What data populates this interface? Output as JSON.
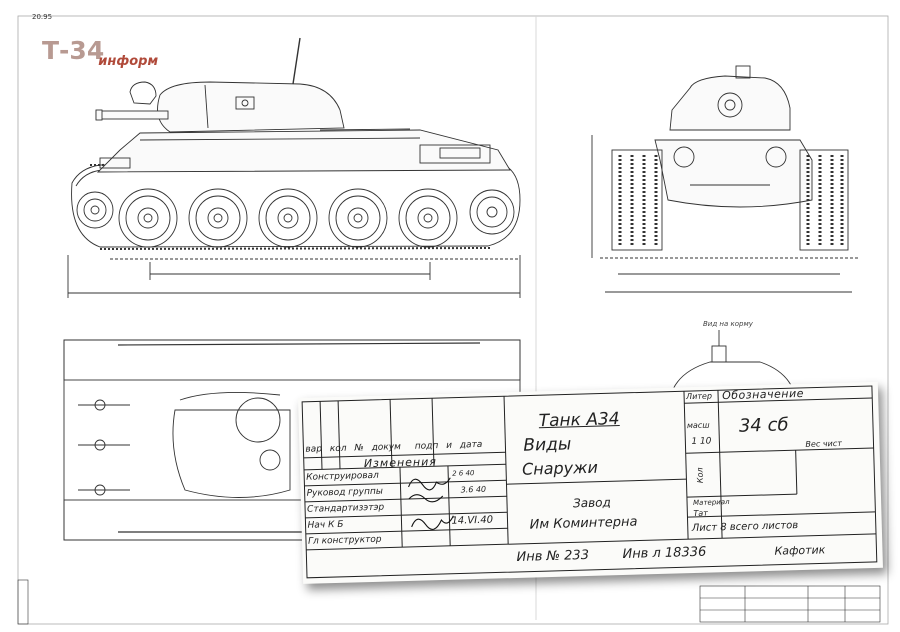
{
  "logo": {
    "main": "Т-34",
    "sub": "информ"
  },
  "corner_number": "20.95",
  "view_label": "Вид на корму",
  "colors": {
    "line": "#333333",
    "logo_main": "#b89a92",
    "logo_sub": "#b04a3a"
  },
  "title_block": {
    "title_line1": "Танк А34",
    "title_line2": "Виды",
    "title_line3": "Снаружи",
    "col_litera": "Литер",
    "col_designation": "Обозначение",
    "designation": "34 сб",
    "col_scale": "масш",
    "scale": "1 10",
    "col_weight": "Вес чист",
    "quantity": "Кол",
    "material": "Материал",
    "sheet_total": "Лист 8 всего листов",
    "factory_line1": "Завод",
    "factory_line2": "Им Коминтерна",
    "fmt_label": "Тат",
    "header_row": [
      "вар",
      "кол",
      "№ докум",
      "подп",
      "и дата"
    ],
    "changes": "Изменения",
    "roles": [
      "Конструировал",
      "Руковод группы",
      "Стандартизэтэр",
      "Нач К Б",
      "Гл конструктор"
    ],
    "dates": [
      "2 6 40",
      "3.6 40",
      "14.VI.40"
    ],
    "inv_line": "Инв № 233",
    "inv_line2": "Инв л 18336",
    "signature_end": "Кафотик"
  }
}
